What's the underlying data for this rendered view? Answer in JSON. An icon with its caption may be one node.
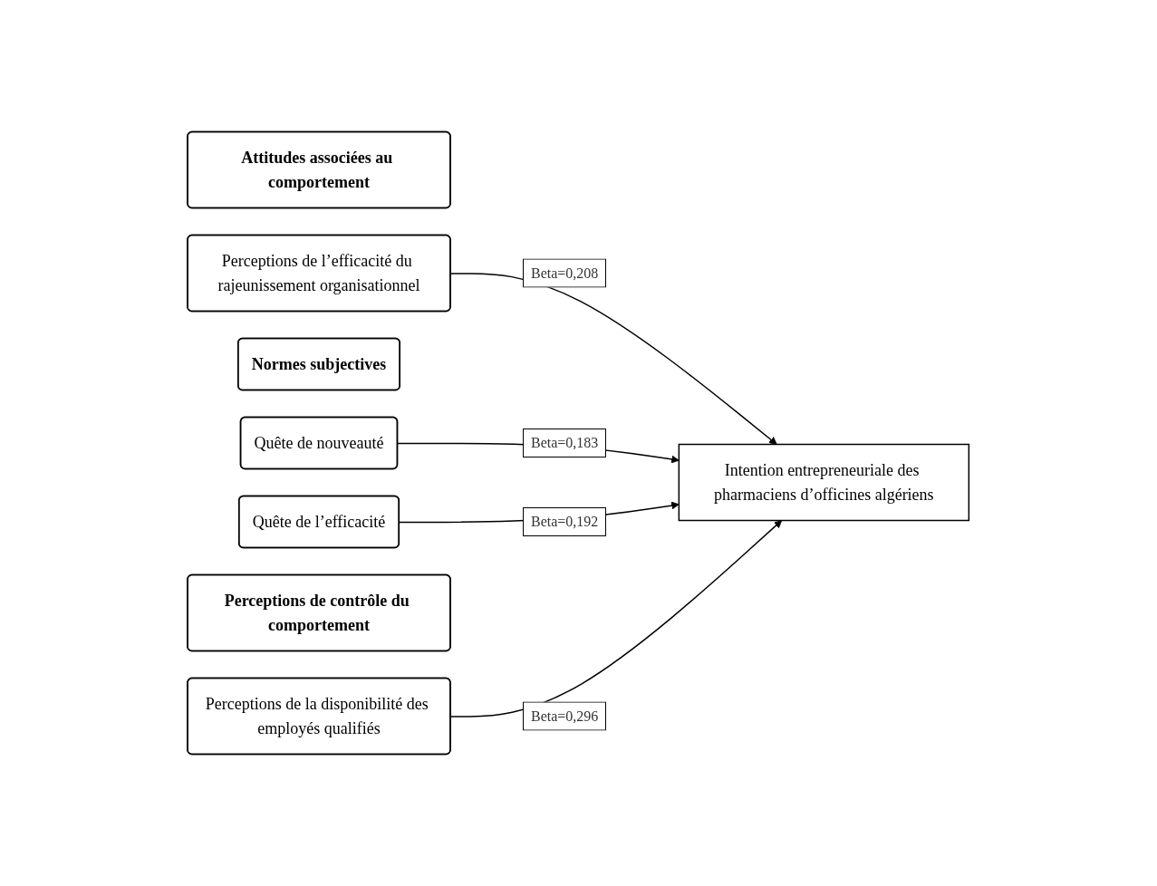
{
  "diagram": {
    "nodes": [
      {
        "text": [
          "Attitudes associées au comportement"
        ]
      },
      {
        "text": [
          "Perceptions de l’efficacité du rajeunissement organisationnel"
        ]
      },
      {
        "text": [
          "Normes subjectives"
        ]
      },
      {
        "text": [
          "Quête de nouveauté"
        ]
      },
      {
        "text": [
          "Quête de l’efficacité"
        ]
      },
      {
        "text": [
          "Perceptions de contrôle du comportement"
        ]
      },
      {
        "text": [
          "Perceptions de la disponibilité des employés qualifiés"
        ]
      },
      {
        "text": [
          "Intention entrepreneuriale des pharmaciens d’officines algériens"
        ]
      }
    ],
    "edges": [
      {
        "from": 1,
        "to": 7,
        "arrow": "to",
        "label": "Beta=0,208"
      },
      {
        "from": 3,
        "to": 7,
        "arrow": "to",
        "label": "Beta=0,183"
      },
      {
        "from": 4,
        "to": 7,
        "arrow": "to",
        "label": "Beta=0,192"
      },
      {
        "from": 6,
        "to": 7,
        "arrow": "to",
        "label": "Beta=0,296"
      }
    ]
  }
}
